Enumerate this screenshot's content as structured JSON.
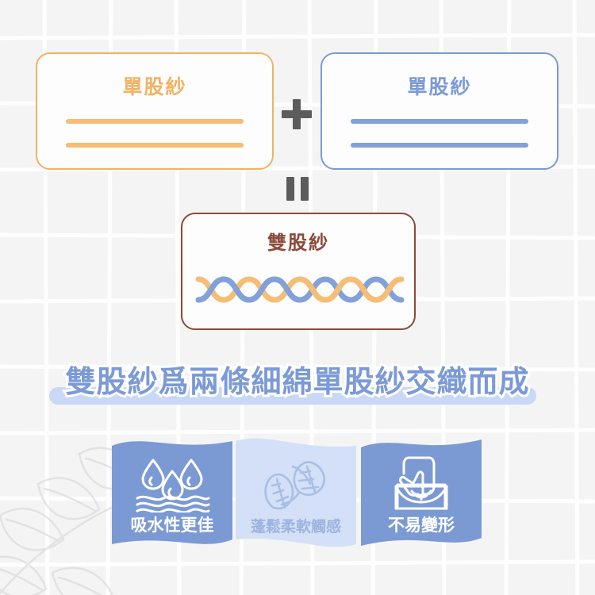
{
  "background": {
    "base_color": "#f5f5f5",
    "grid_line_color": "#ffffff",
    "leaf_color": "#d6d6d6",
    "leaf_icon": "leaf-branch-icon"
  },
  "equation": {
    "left_box": {
      "title": "單股紗",
      "color": "#f2b263",
      "line_color": "#f5bd76",
      "line_count": 2
    },
    "operator_plus": {
      "symbol": "+",
      "icon": "plus-icon",
      "color": "#5c5c5c"
    },
    "right_box": {
      "title": "單股紗",
      "color": "#7c9ad6",
      "line_color": "#83a0d8",
      "line_count": 2
    },
    "operator_equals": {
      "symbol": "=",
      "icon": "equals-icon",
      "color": "#5c5c5c"
    },
    "result_box": {
      "title": "雙股紗",
      "color": "#8c4a39",
      "strand_colors": [
        "#83a0d8",
        "#f5bd76"
      ],
      "strand_icon": "twisted-yarn-icon"
    }
  },
  "headline": {
    "text": "雙股紗爲兩條細綿單股紗交織而成",
    "text_color": "#7b9ad6",
    "stroke_color": "#ffffff",
    "highlight_bar_color": "#c8d8f5"
  },
  "features": [
    {
      "label": "吸水性更佳",
      "banner_color": "#7b9ad4",
      "label_style": "dark",
      "icon": "water-droplets-waves-icon"
    },
    {
      "label": "蓬鬆柔軟觸感",
      "banner_color": "#d3e0f7",
      "label_style": "light",
      "icon": "feathers-icon"
    },
    {
      "label": "不易變形",
      "banner_color": "#7b9ad4",
      "label_style": "dark",
      "icon": "hand-pressing-fabric-icon"
    }
  ]
}
